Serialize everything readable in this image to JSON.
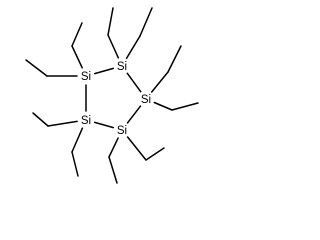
{
  "molecule": {
    "atoms": [
      {
        "id": "si1",
        "label": "Si"
      },
      {
        "id": "si2",
        "label": "Si"
      },
      {
        "id": "si3",
        "label": "Si"
      },
      {
        "id": "si4",
        "label": "Si"
      },
      {
        "id": "si5",
        "label": "Si"
      }
    ],
    "substituents": "ethyl",
    "ring_size": 5,
    "colors": {
      "stroke": "#000000",
      "background": "#ffffff"
    }
  }
}
